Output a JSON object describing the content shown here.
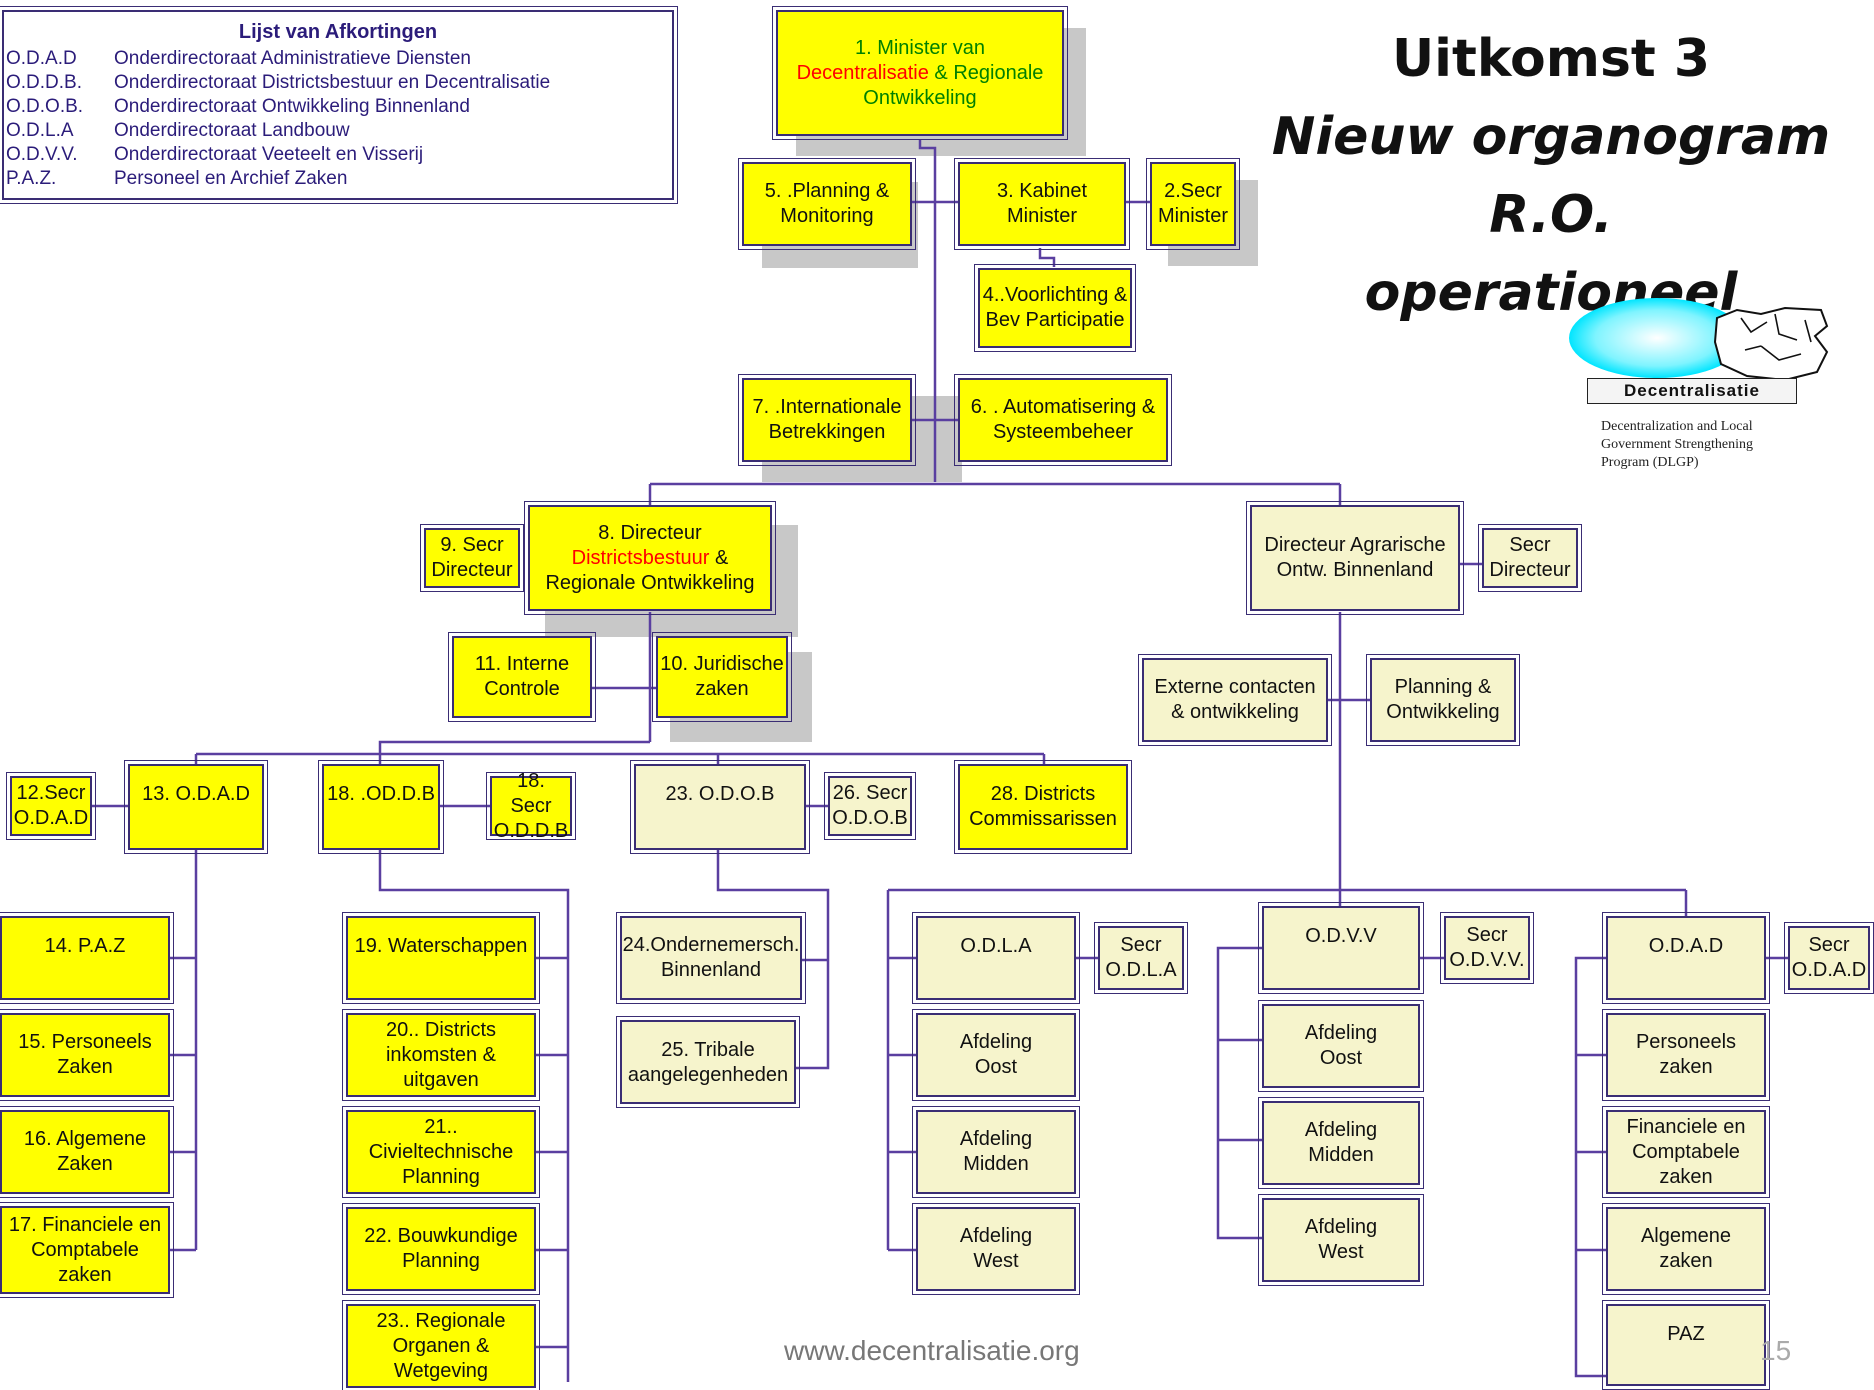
{
  "legend": {
    "title": "Lijst van Afkortingen",
    "items": [
      {
        "abbr": "O.D.A.D",
        "text": "Onderdirectoraat Administratieve Diensten"
      },
      {
        "abbr": "O.D.D.B.",
        "text": "Onderdirectoraat Districtsbestuur en Decentralisatie"
      },
      {
        "abbr": "O.D.O.B.",
        "text": "Onderdirectoraat Ontwikkeling Binnenland"
      },
      {
        "abbr": "O.D.L.A",
        "text": "Onderdirectoraat Landbouw"
      },
      {
        "abbr": "O.D.V.V.",
        "text": "Onderdirectoraat Veeteelt en Visserij"
      },
      {
        "abbr": "P.A.Z.",
        "text": "Personeel en Archief Zaken"
      }
    ]
  },
  "title": {
    "line1": "Uitkomst 3",
    "line2": "Nieuw organogram R.O.",
    "line3": "operationeel"
  },
  "logo": {
    "word": "Decentralisatie",
    "subtitle": "Decentralization and Local\nGovernment Strengthening\nProgram (DLGP)"
  },
  "footer": {
    "url": "www.decentralisatie.org",
    "page": "15"
  },
  "colors": {
    "box_yellow": "#ffff00",
    "box_cream": "#f6f4cc",
    "line_purple": "#5a3fa0",
    "highlight_red": "#ff0000",
    "highlight_green": "#008000"
  },
  "minister": {
    "line1": "1. Minister van",
    "part_red": "Decentralisatie",
    "part_amp": " & ",
    "part_green": "Regionale",
    "line3": "Ontwikkeling"
  },
  "directeur": {
    "line1": "8. Directeur",
    "part_red": "Districtsbestuur",
    "part_tail": " &",
    "line3": "Regionale Ontwikkeling"
  },
  "nodes": {
    "planning_monitoring": "5. .Planning &\nMonitoring",
    "kabinet": "3. Kabinet\nMinister",
    "secr_minister": "2.Secr\nMinister",
    "voorlichting": "4..Voorlichting &\nBev Participatie",
    "internationale": "7. .Internationale\nBetrekkingen",
    "automatisering": "6. . Automatisering &\nSysteembeheer",
    "secr_directeur": "9. Secr\nDirecteur",
    "interne_controle": "11. Interne\nControle",
    "juridische": "10. Juridische\nzaken",
    "secr_odad_12": "12.Secr\nO.D.A.D",
    "odad_13": "13. O.D.A.D",
    "oddb_18": "18. .OD.D.B",
    "secr_oddb_18": "18. Secr\nO.D.D.B",
    "odob_23": "23. O.D.O.B",
    "secr_odob_26": "26. Secr\nO.D.O.B",
    "districts_comm": "28. Districts\nCommissarissen",
    "paz_14": "14. P.A.Z",
    "personeels_15": "15. Personeels\nZaken",
    "algemene_16": "16. Algemene\nZaken",
    "financiele_17": "17. Financiele en\nComptabele\nzaken",
    "waterschappen_19": "19. Waterschappen",
    "districts_inkomsten_20": "20.. Districts\ninkomsten &\nuitgaven",
    "civieltechnische_21": "21..\nCivieltechnische\nPlanning",
    "bouwkundige_22": "22. Bouwkundige\nPlanning",
    "regionale_organen_23": "23.. Regionale\nOrganen &\nWetgeving",
    "ondernemersch_24": "24.Ondernemersch.\nBinnenland",
    "tribale_25": "25. Tribale\naangelegenheden",
    "dir_agrarische": "Directeur Agrarische\nOntw. Binnenland",
    "secr_dir_agr": "Secr\nDirecteur",
    "externe_contacten": "Externe contacten\n& ontwikkeling",
    "planning_ontw": "Planning &\nOntwikkeling",
    "odla": "O.D.L.A",
    "secr_odla": "Secr\nO.D.L.A",
    "odla_oost": "Afdeling\nOost",
    "odla_midden": "Afdeling\nMidden",
    "odla_west": "Afdeling\nWest",
    "odvv": "O.D.V.V",
    "secr_odvv": "Secr\nO.D.V.V.",
    "odvv_oost": "Afdeling\nOost",
    "odvv_midden": "Afdeling\nMidden",
    "odvv_west": "Afdeling\nWest",
    "odad_r": "O.D.A.D",
    "secr_odad_r": "Secr\nO.D.A.D",
    "personeels_r": "Personeels\nzaken",
    "financiele_r": "Financiele en\nComptabele\nzaken",
    "algemene_r": "Algemene\nzaken",
    "paz_r": "PAZ"
  }
}
